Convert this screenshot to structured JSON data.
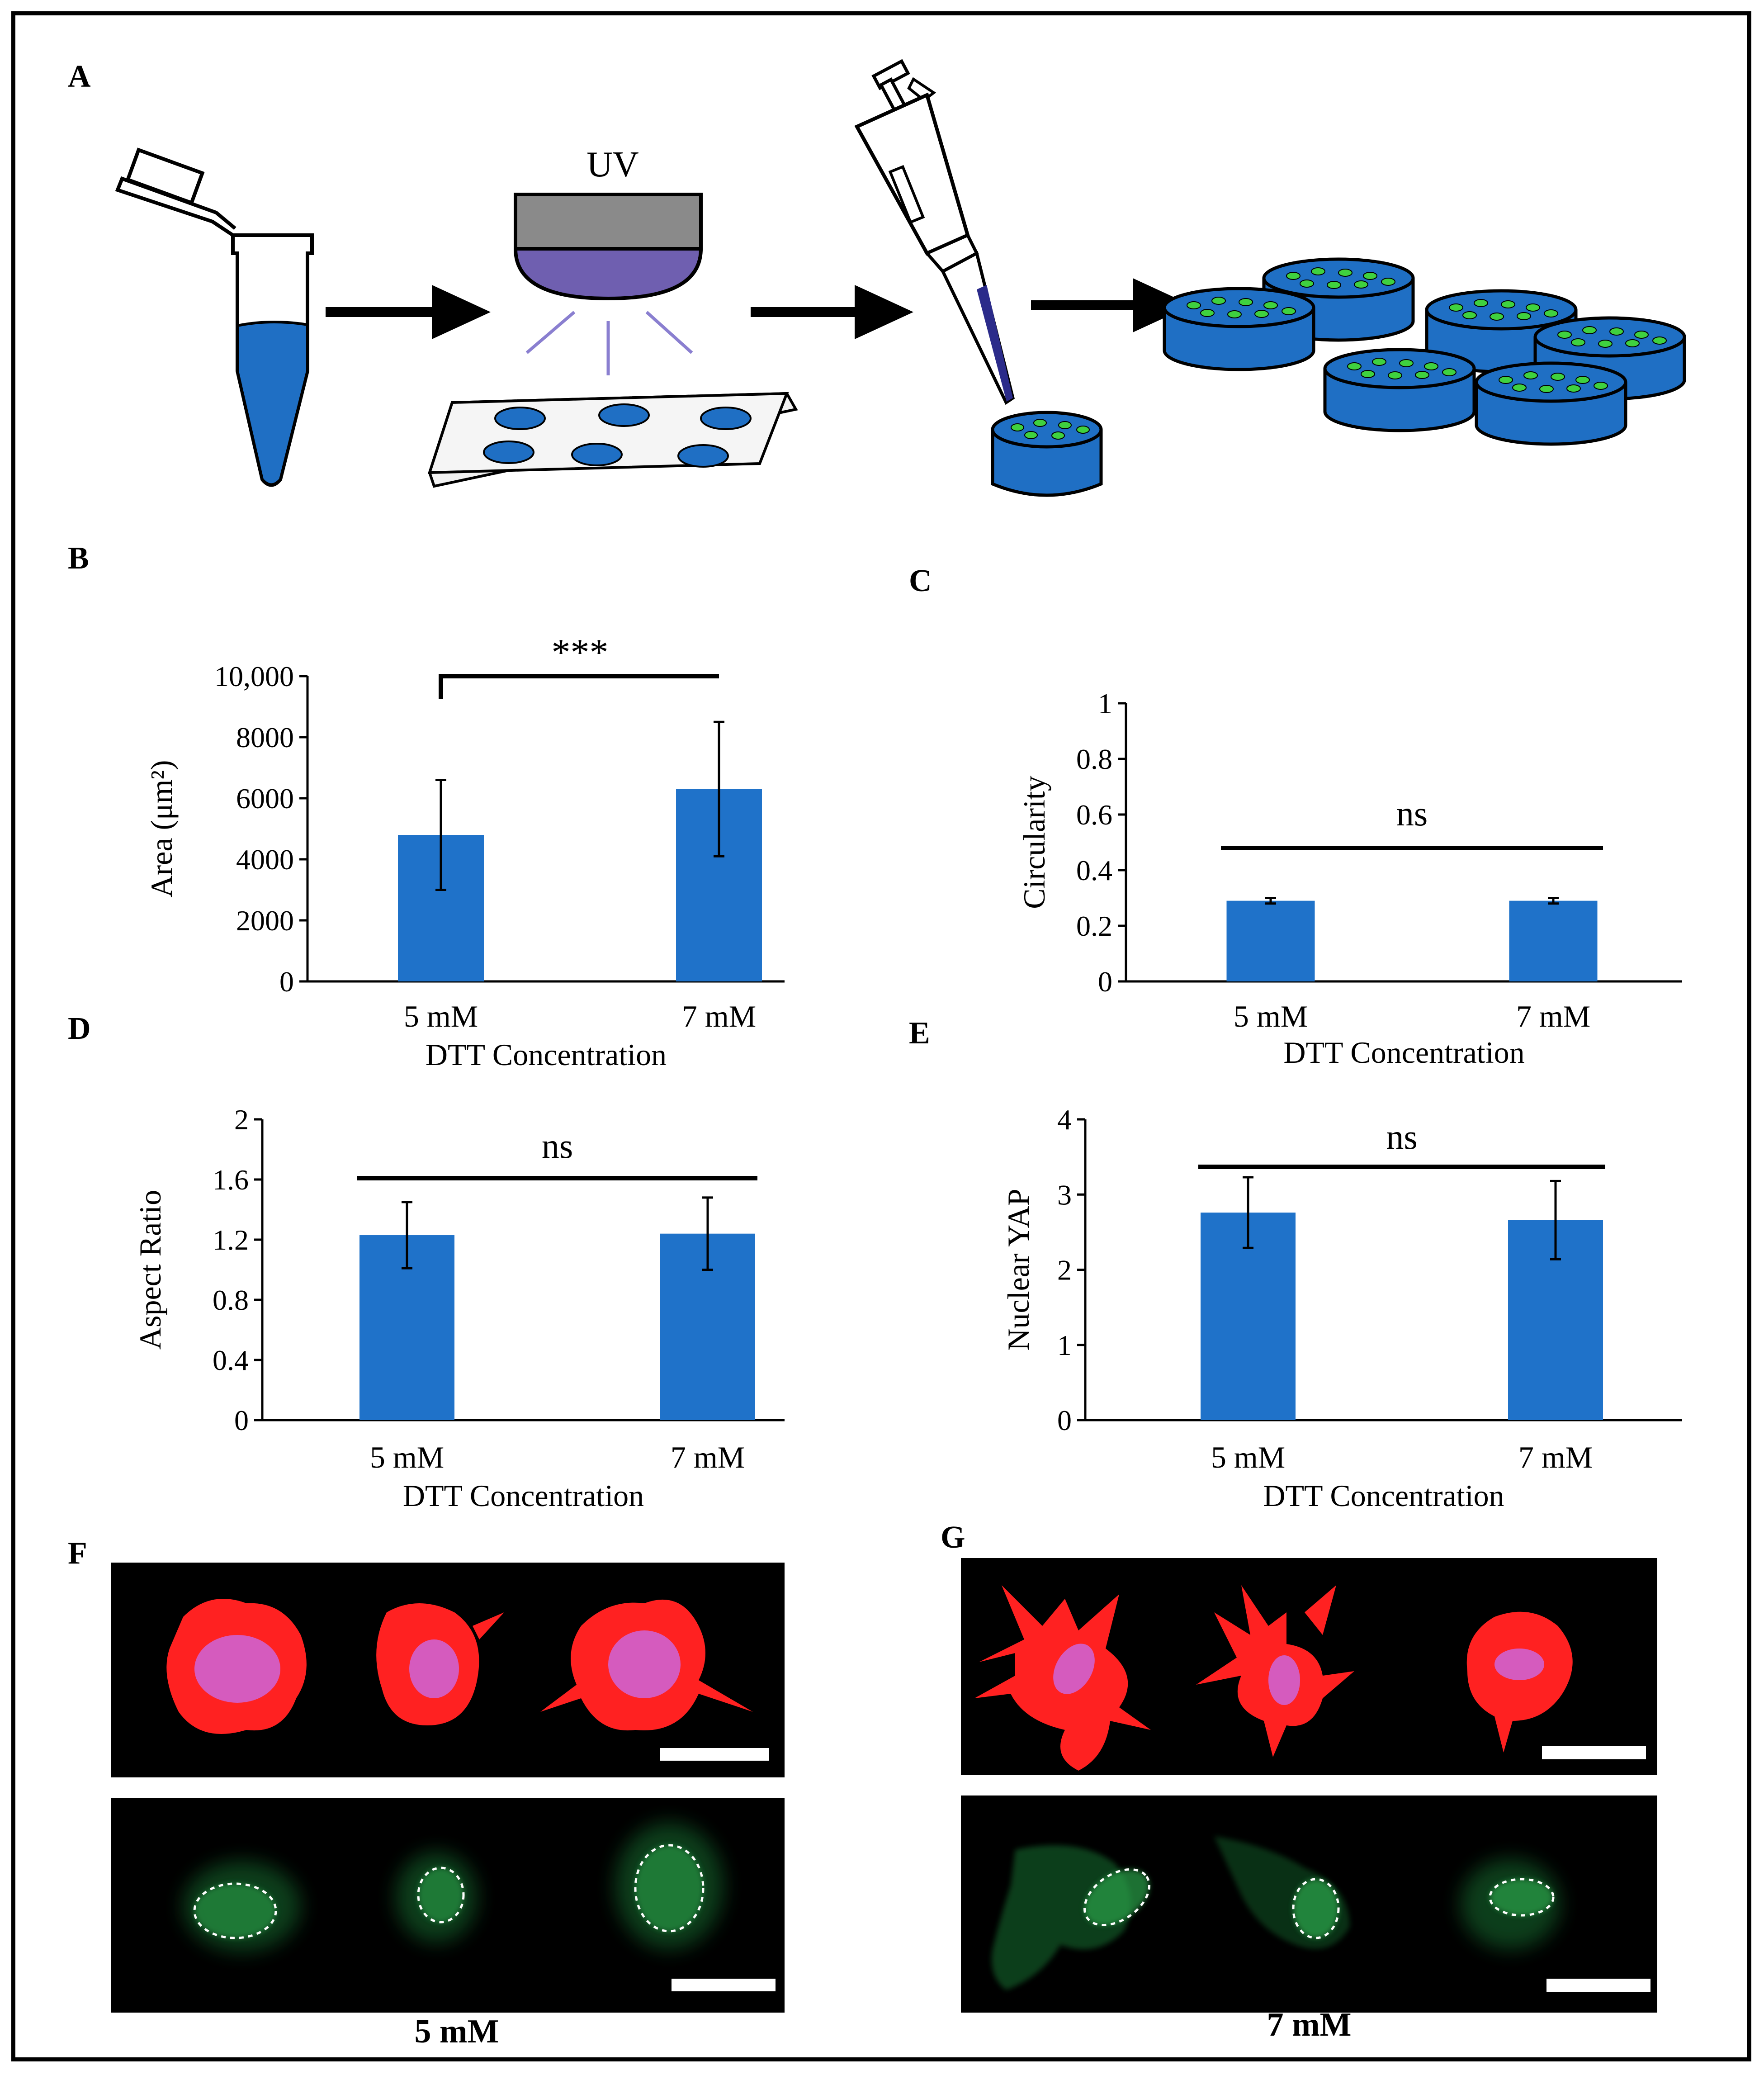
{
  "panels": {
    "A": "A",
    "B": "B",
    "C": "C",
    "D": "D",
    "E": "E",
    "F": "F",
    "G": "G"
  },
  "schematic": {
    "uv_label": "UV"
  },
  "colors": {
    "bar": "#1f72c9",
    "hydrogel": "#1f6fc4",
    "cell_red": "#ff2121",
    "nucleus_pink": "#d55bbe",
    "yap_green": "#1f8a3c",
    "uv_lens": "#6f5fb0"
  },
  "chart_data": [
    {
      "id": "B",
      "type": "bar",
      "categories": [
        "5 mM",
        "7 mM"
      ],
      "values": [
        4800,
        6300
      ],
      "errors": [
        1800,
        2200
      ],
      "ylim": [
        0,
        10000
      ],
      "yticks": [
        "0",
        "2000",
        "4000",
        "6000",
        "8000",
        "10,000"
      ],
      "ylabel": "Area (μm²)",
      "xlabel": "DTT Concentration",
      "significance": "***",
      "bracket": true
    },
    {
      "id": "C",
      "type": "bar",
      "categories": [
        "5 mM",
        "7 mM"
      ],
      "values": [
        0.29,
        0.29
      ],
      "errors": [
        0.01,
        0.01
      ],
      "ylim": [
        0,
        1
      ],
      "yticks": [
        "0",
        "0.2",
        "0.4",
        "0.6",
        "0.8",
        "1"
      ],
      "ylabel": "Circularity",
      "xlabel": "DTT Concentration",
      "significance": "ns",
      "bracket": false
    },
    {
      "id": "D",
      "type": "bar",
      "categories": [
        "5 mM",
        "7 mM"
      ],
      "values": [
        1.23,
        1.24
      ],
      "errors": [
        0.22,
        0.24
      ],
      "ylim": [
        0,
        2
      ],
      "yticks": [
        "0",
        "0.4",
        "0.8",
        "1.2",
        "1.6",
        "2"
      ],
      "ylabel": "Aspect Ratio",
      "xlabel": "DTT Concentration",
      "significance": "ns",
      "bracket": false
    },
    {
      "id": "E",
      "type": "bar",
      "categories": [
        "5 mM",
        "7 mM"
      ],
      "values": [
        2.76,
        2.66
      ],
      "errors": [
        0.47,
        0.52
      ],
      "ylim": [
        0,
        4
      ],
      "yticks": [
        "0",
        "1",
        "2",
        "3",
        "4"
      ],
      "ylabel": "Nuclear YAP",
      "xlabel": "DTT Concentration",
      "significance": "ns",
      "bracket": false
    }
  ],
  "micrographs": {
    "F_caption": "5 mM",
    "G_caption": "7 mM"
  }
}
